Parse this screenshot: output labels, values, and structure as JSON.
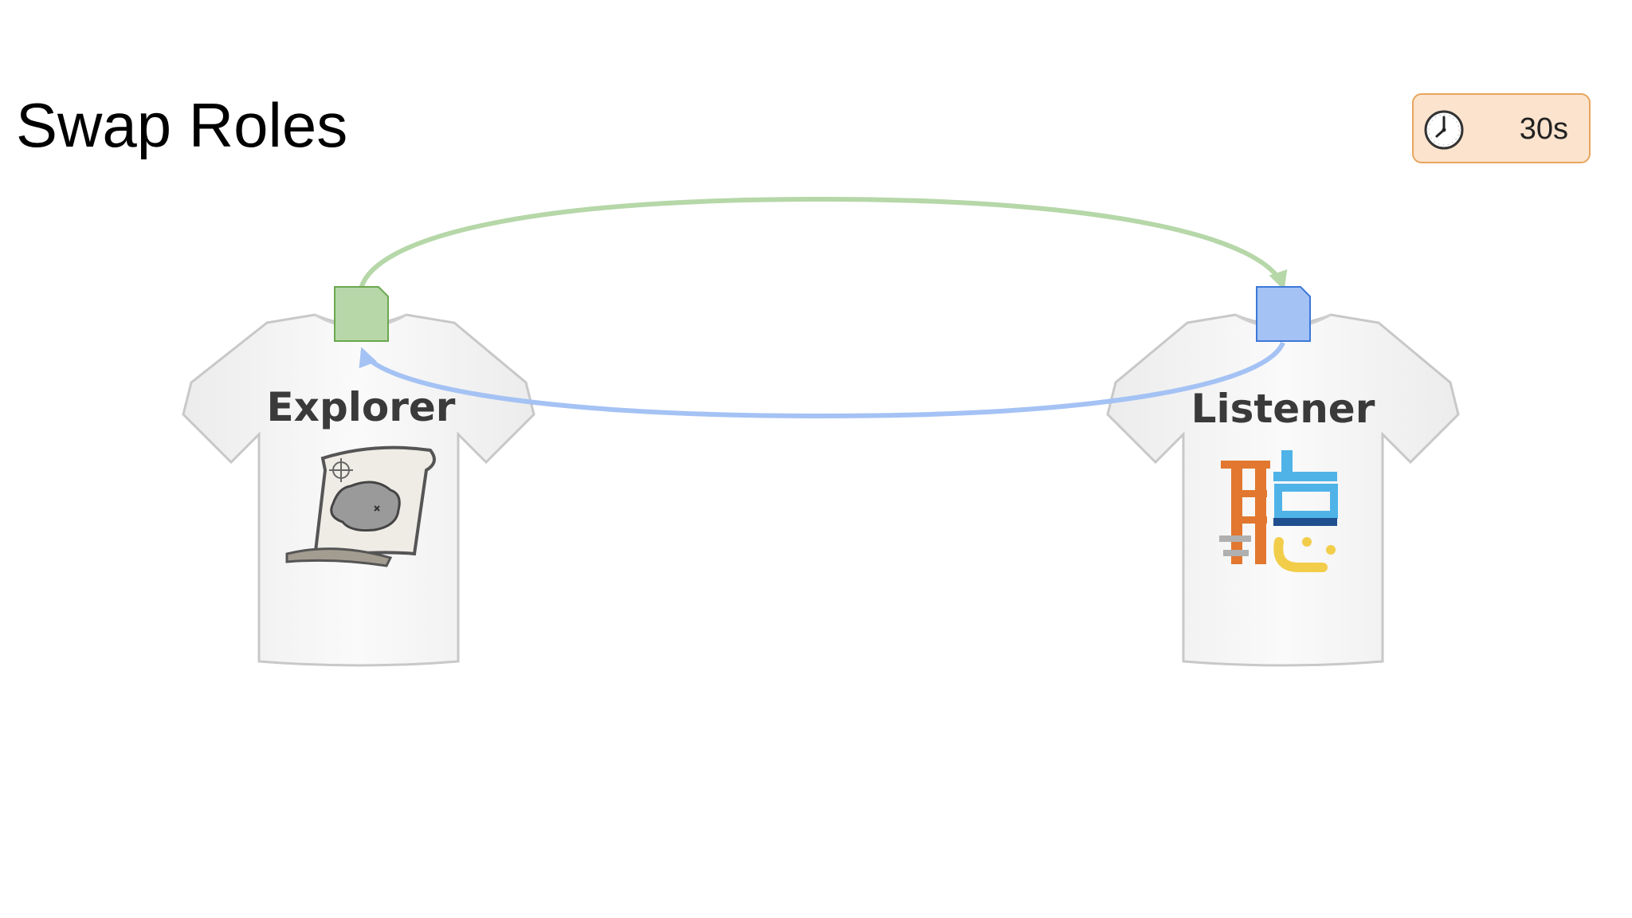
{
  "slide": {
    "title": "Swap Roles"
  },
  "timer": {
    "value": "30s",
    "icon": "clock-icon",
    "border_color": "#e8a55d",
    "background_color": "#fbe3cd"
  },
  "roles": [
    {
      "label": "Explorer",
      "icon": "treasure-map-icon",
      "marker_color": "#b7d7a8"
    },
    {
      "label": "Listener",
      "glyph": "聽",
      "marker_color": "#a4c2f4"
    }
  ],
  "arrows": {
    "top_color": "#b6d7a8",
    "bottom_color": "#a4c2f4"
  }
}
